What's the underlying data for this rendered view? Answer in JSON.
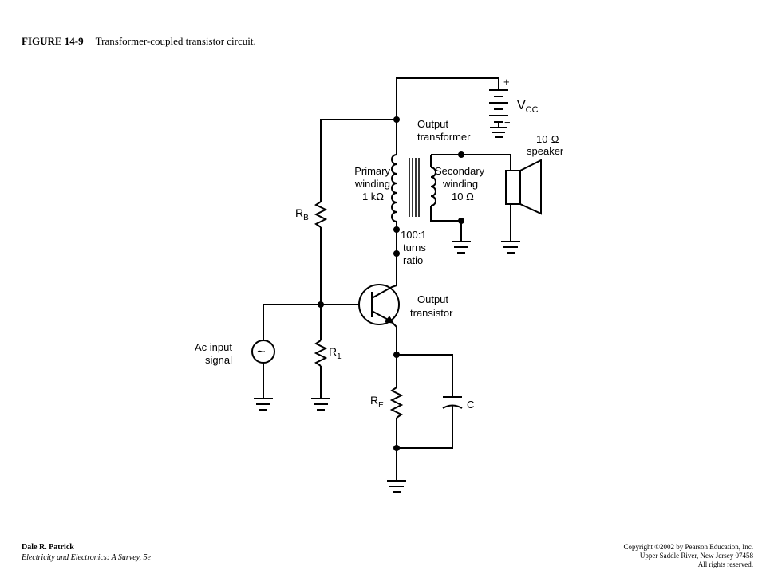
{
  "caption": {
    "figure_number": "FIGURE 14-9",
    "title": "Transformer-coupled transistor circuit."
  },
  "diagram": {
    "vcc_label_main": "V",
    "vcc_label_sub": "CC",
    "vcc_plus": "+",
    "vcc_minus": "−",
    "transformer_label_line1": "Output",
    "transformer_label_line2": "transformer",
    "speaker_label_line1": "10-Ω",
    "speaker_label_line2": "speaker",
    "primary_line1": "Primary",
    "primary_line2": "winding",
    "primary_line3": "1 kΩ",
    "secondary_line1": "Secondary",
    "secondary_line2": "winding",
    "secondary_line3": "10 Ω",
    "turns_line1": "100:1",
    "turns_line2": "turns",
    "turns_line3": "ratio",
    "rb_main": "R",
    "rb_sub": "B",
    "r1_main": "R",
    "r1_sub": "1",
    "re_main": "R",
    "re_sub": "E",
    "cap_label": "C",
    "transistor_line1": "Output",
    "transistor_line2": "transistor",
    "input_line1": "Ac input",
    "input_line2": "signal",
    "source_symbol": "~"
  },
  "footer": {
    "author": "Dale R. Patrick",
    "book": "Electricity and Electronics:  A Survey, 5e",
    "copyright_line1": "Copyright ©2002 by Pearson Education, Inc.",
    "copyright_line2": "Upper Saddle River, New Jersey 07458",
    "copyright_line3": "All rights reserved."
  }
}
